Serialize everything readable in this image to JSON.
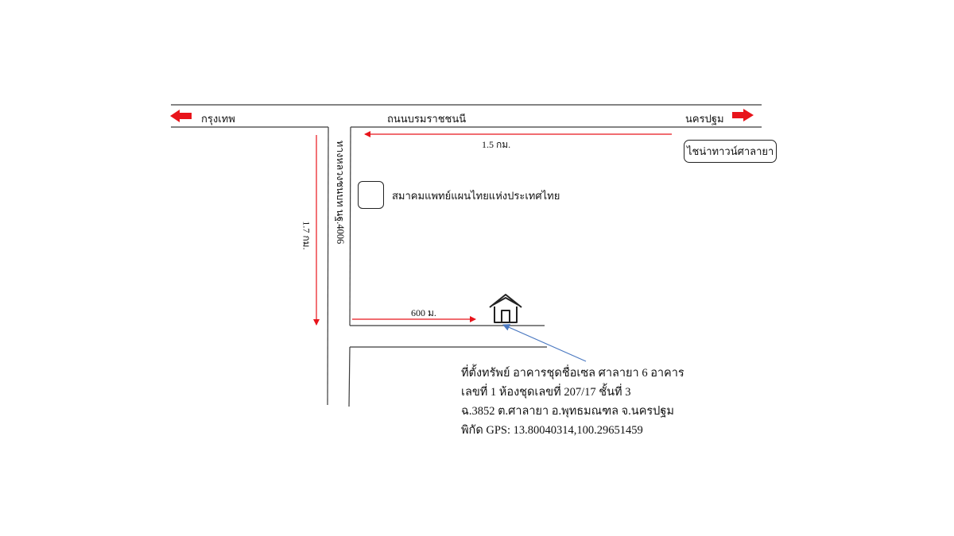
{
  "roads": {
    "main_road": "ถนนบรมราชชนนี",
    "side_road": "ทางหลวงชนบท นฐ.4006"
  },
  "directions": {
    "left": "กรุงเทพ",
    "right": "นครปฐม"
  },
  "distances": {
    "top": "1.5 กม.",
    "vertical": "1.7 กม.",
    "bottom": "600 ม."
  },
  "landmarks": {
    "tower": "ไชน่าทาวน์ศาลายา",
    "association": "สมาคมแพทย์แผนไทยแห่งประเทศไทย"
  },
  "address": {
    "line1": "ที่ตั้งทรัพย์ อาคารชุดชื่อเซล ศาลายา 6 อาคาร",
    "line2": "เลขที่ 1 ห้องชุดเลขที่ 207/17 ชั้นที่ 3",
    "line3": "ฉ.3852 ต.ศาลายา อ.พุทธมณฑล จ.นครปฐม",
    "line4": "พิกัด GPS: 13.80040314,100.29651459"
  },
  "colors": {
    "road_line": "#3a3a3a",
    "direction_arrow": "#e8141b",
    "distance_arrow": "#e8141b",
    "pointer_arrow": "#4a78c0"
  },
  "icons": {
    "destination": "house-icon"
  }
}
